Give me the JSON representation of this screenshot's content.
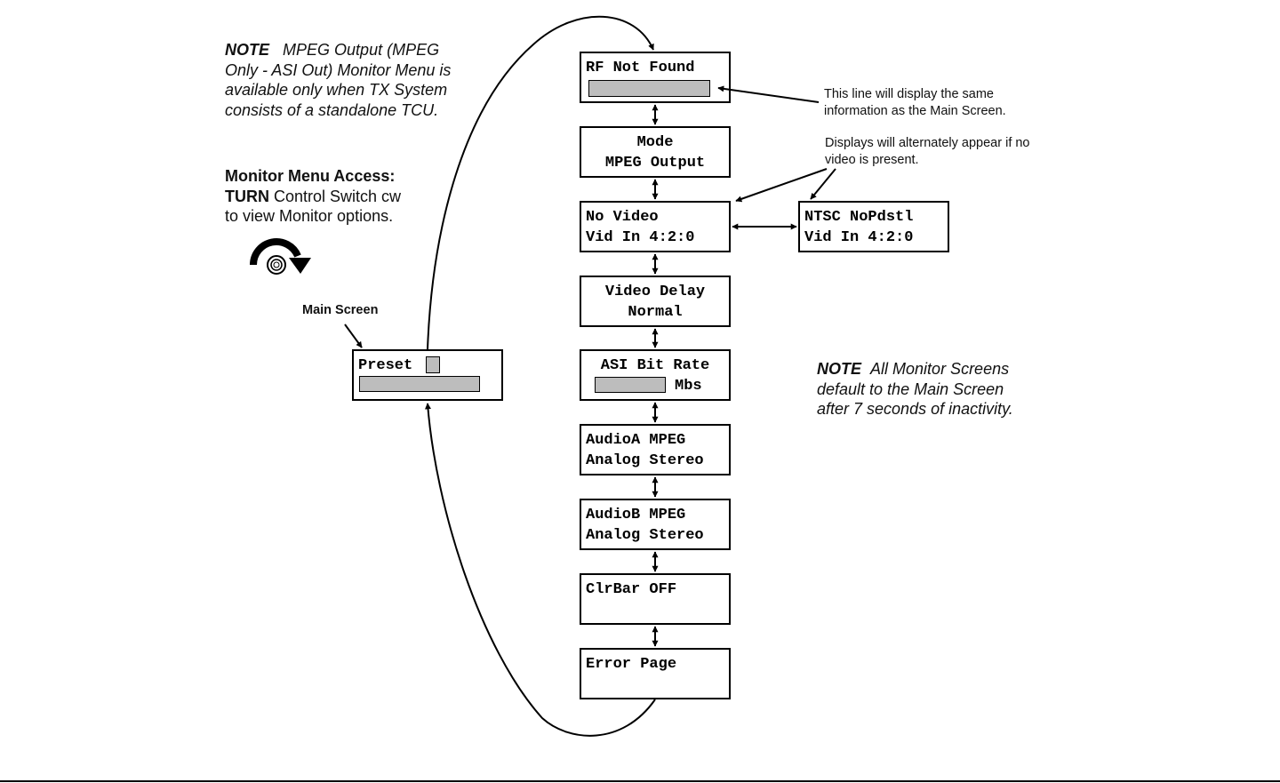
{
  "note_tx": {
    "label": "NOTE",
    "line1": "MPEG Output (MPEG",
    "line2": "Only - ASI Out) Monitor Menu  is",
    "line3": "available only when TX System",
    "line4": "consists of a standalone TCU."
  },
  "access": {
    "title": "Monitor Menu Access:",
    "turn": "TURN",
    "line2_rest": " Control Switch cw",
    "line3": "to view Monitor options."
  },
  "main_screen_label": "Main Screen",
  "preset_screen": {
    "line1": "Preset"
  },
  "screens": {
    "rf": {
      "line1": "RF Not Found"
    },
    "mode": {
      "line1": "Mode",
      "line2": "MPEG Output"
    },
    "novideo": {
      "line1": "No Video",
      "line2": "Vid In 4:2:0"
    },
    "ntsc": {
      "line1": "NTSC NoPdstl",
      "line2": "Vid In 4:2:0"
    },
    "delay": {
      "line1": "Video Delay",
      "line2": "Normal"
    },
    "asi": {
      "line1": "ASI Bit Rate",
      "unit": "Mbs"
    },
    "audioa": {
      "line1": "AudioA MPEG",
      "line2": "Analog Stereo"
    },
    "audiob": {
      "line1": "AudioB MPEG",
      "line2": "Analog Stereo"
    },
    "clrbar": {
      "line1": "ClrBar OFF"
    },
    "error": {
      "line1": "Error Page"
    }
  },
  "callouts": {
    "same_info_1": "This line will display the same",
    "same_info_2": "information as the Main Screen.",
    "alternate_1": "Displays will alternately appear if no",
    "alternate_2": "video is present."
  },
  "note_timeout": {
    "label": "NOTE",
    "line1": "All Monitor Screens",
    "line2": "default to the Main Screen",
    "line3": "after 7 seconds of inactivity."
  },
  "icons": {
    "rotate": "rotate-clockwise-icon"
  },
  "colors": {
    "bar_fill": "#bdbdbd",
    "stroke": "#000000"
  }
}
